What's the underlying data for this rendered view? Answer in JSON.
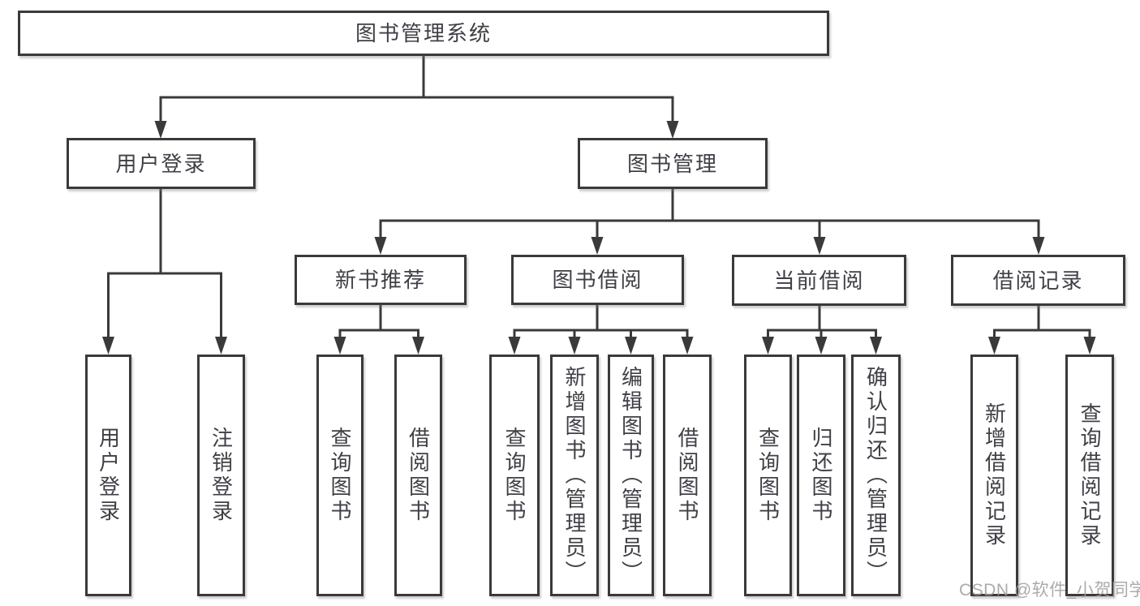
{
  "diagram": {
    "root": "图书管理系统",
    "level2": {
      "user_login": "用户登录",
      "book_mgmt": "图书管理"
    },
    "level3": {
      "new_book": "新书推荐",
      "book_borrow": "图书借阅",
      "current_borrow": "当前借阅",
      "borrow_record": "借阅记录"
    },
    "leaves": {
      "user_login": [
        "用户登录",
        "注销登录"
      ],
      "new_book": [
        "查询图书",
        "借阅图书"
      ],
      "book_borrow": [
        "查询图书",
        "新增图书（管理员）",
        "编辑图书（管理员）",
        "借阅图书"
      ],
      "current_borrow": [
        "查询图书",
        "归还图书",
        "确认归还（管理员）"
      ],
      "borrow_record": [
        "新增借阅记录",
        "查询借阅记录"
      ]
    }
  },
  "watermark": "CSDN @软件_小贺同学",
  "colors": {
    "line": "#3a3a3a",
    "text": "#3f3f46",
    "watermark": "#9e9c9b",
    "background": "#ffffff"
  }
}
